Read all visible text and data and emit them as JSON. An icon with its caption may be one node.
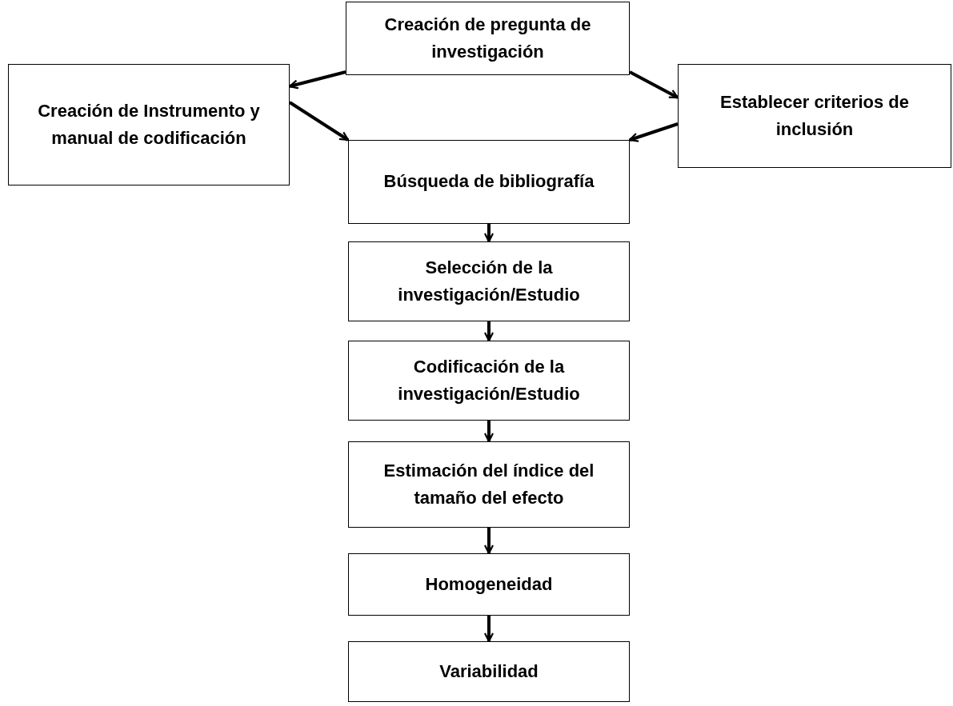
{
  "diagram": {
    "nodes": [
      {
        "text": [
          "Creación de pregunta de investigación"
        ]
      },
      {
        "text": [
          "Creación de Instrumento y manual de codificación"
        ]
      },
      {
        "text": [
          "Establecer criterios de inclusión"
        ]
      },
      {
        "text": [
          "Búsqueda de bibliografía"
        ]
      },
      {
        "text": [
          "Selección de la investigación/Estudio"
        ]
      },
      {
        "text": [
          "Codificación de la investigación/Estudio"
        ]
      },
      {
        "text": [
          "Estimación del índice del tamaño del efecto"
        ]
      },
      {
        "text": [
          "Homogeneidad"
        ]
      },
      {
        "text": [
          "Variabilidad"
        ]
      }
    ],
    "edges": [
      {
        "from": 0,
        "to": 1,
        "arrow": "to"
      },
      {
        "from": 0,
        "to": 2,
        "arrow": "to"
      },
      {
        "from": 1,
        "to": 3,
        "arrow": "to"
      },
      {
        "from": 2,
        "to": 3,
        "arrow": "to"
      },
      {
        "from": 3,
        "to": 4,
        "arrow": "to"
      },
      {
        "from": 4,
        "to": 5,
        "arrow": "to"
      },
      {
        "from": 5,
        "to": 6,
        "arrow": "to"
      },
      {
        "from": 6,
        "to": 7,
        "arrow": "to"
      },
      {
        "from": 7,
        "to": 8,
        "arrow": "to"
      }
    ]
  }
}
